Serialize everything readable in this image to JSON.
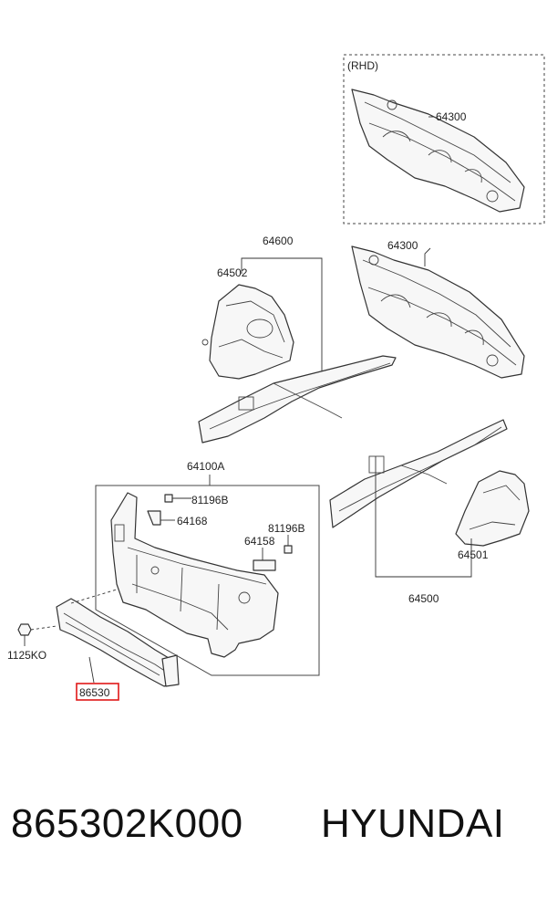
{
  "diagram": {
    "labels": {
      "rhd": "(RHD)",
      "dash_rhd": "64300",
      "dash_lhd": "64300",
      "apron_assy": "64600",
      "apron_panel": "64502",
      "carrier_assy": "64100A",
      "bolt_upper_1": "81196B",
      "bracket_1": "64168",
      "bolt_upper_2": "81196B",
      "bracket_2": "64158",
      "member_assy": "64500",
      "member_panel": "64501",
      "bolt_side": "1125KO",
      "bumper_beam": "86530"
    },
    "highlight_color": "#e01818"
  },
  "caption": {
    "part_number": "865302K000",
    "brand": "HYUNDAI"
  }
}
